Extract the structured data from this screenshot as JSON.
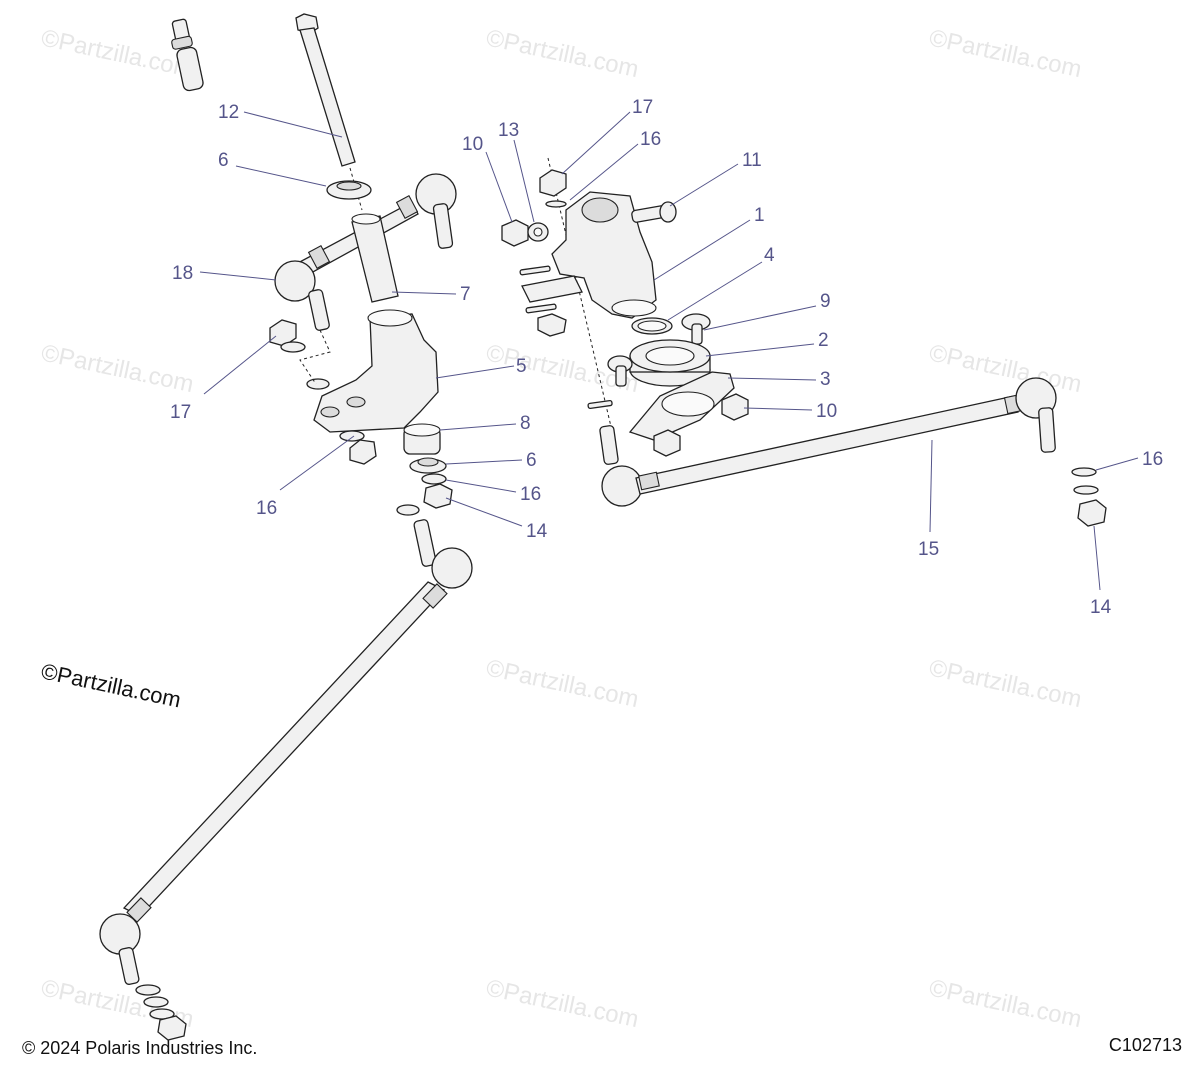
{
  "watermark": "©Partzilla.com",
  "main_watermark": "©Partzilla.com",
  "copyright": "© 2024 Polaris Industries Inc.",
  "diagram_code": "C102713",
  "callouts": [
    "12",
    "6",
    "18",
    "7",
    "17",
    "5",
    "16",
    "8",
    "6",
    "16",
    "14",
    "10",
    "13",
    "17",
    "16",
    "11",
    "1",
    "4",
    "9",
    "2",
    "3",
    "10",
    "15",
    "16",
    "14"
  ]
}
